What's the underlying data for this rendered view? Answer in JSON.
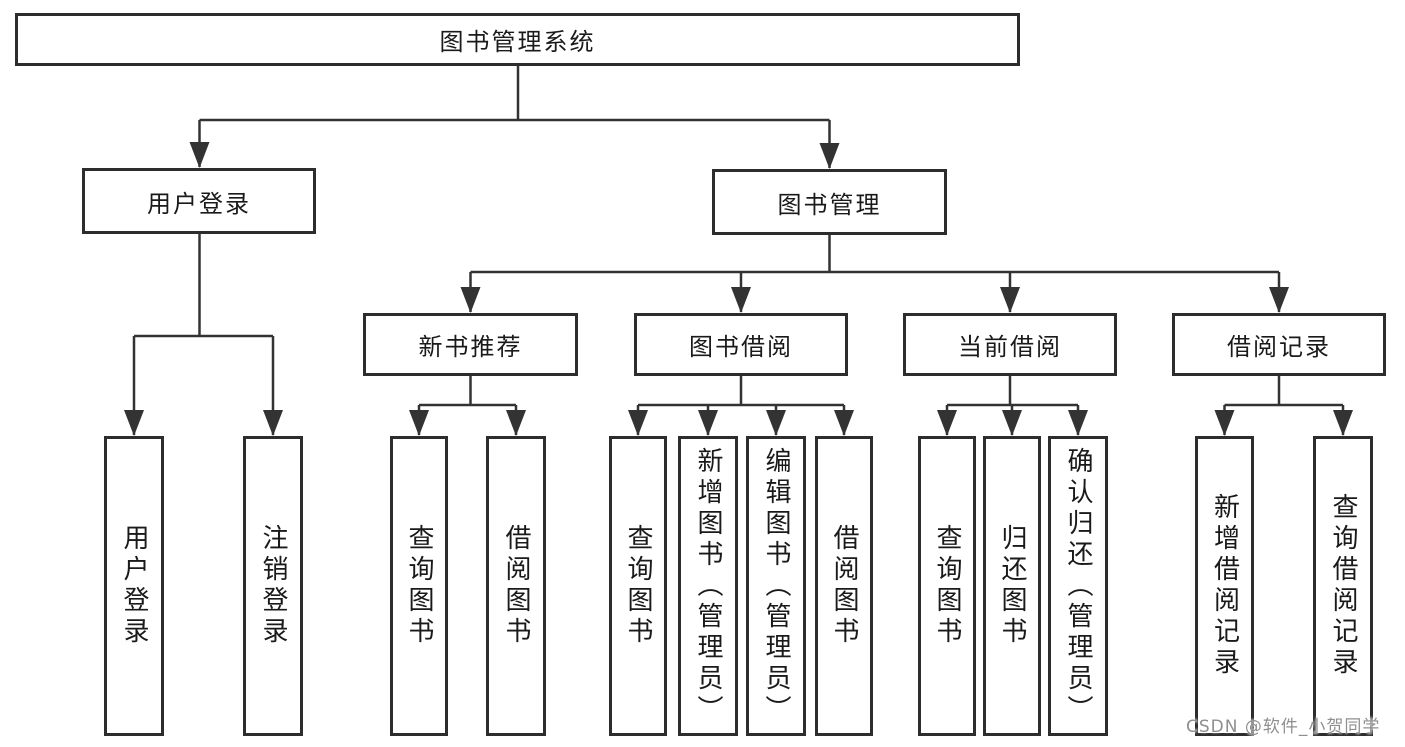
{
  "diagram": {
    "root": {
      "label": "图书管理系统"
    },
    "branches": {
      "user_login": {
        "label": "用户登录",
        "children": [
          {
            "label": "用户登录"
          },
          {
            "label": "注销登录"
          }
        ]
      },
      "book_management": {
        "label": "图书管理",
        "sections": {
          "new_book_recommend": {
            "label": "新书推荐",
            "children": [
              {
                "label": "查询图书"
              },
              {
                "label": "借阅图书"
              }
            ]
          },
          "book_borrowing": {
            "label": "图书借阅",
            "children": [
              {
                "label": "查询图书"
              },
              {
                "label": "新增图书（管理员）"
              },
              {
                "label": "编辑图书（管理员）"
              },
              {
                "label": "借阅图书"
              }
            ]
          },
          "current_borrowing": {
            "label": "当前借阅",
            "children": [
              {
                "label": "查询图书"
              },
              {
                "label": "归还图书"
              },
              {
                "label": "确认归还（管理员）"
              }
            ]
          },
          "borrow_records": {
            "label": "借阅记录",
            "children": [
              {
                "label": "新增借阅记录"
              },
              {
                "label": "查询借阅记录"
              }
            ]
          }
        }
      }
    }
  },
  "watermark": {
    "text": "CSDN @软件_小贺同学"
  },
  "colors": {
    "line": "#333333",
    "box_border": "#2d2d2d",
    "text": "#1a1a1a",
    "background": "#ffffff",
    "watermark": "#8f8f8f"
  }
}
